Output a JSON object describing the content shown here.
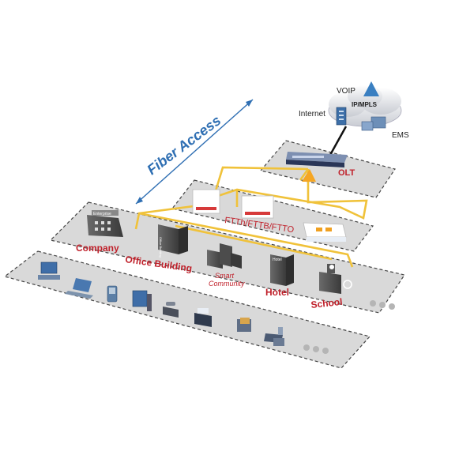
{
  "title": "Fiber Access",
  "core": {
    "voip": "VOIP",
    "ipmpls": "IP/MPLS",
    "internet": "Internet",
    "ems": "EMS",
    "olt": "OLT"
  },
  "onu_layer": {
    "label": "FTTh/FTTB/FTTO"
  },
  "buildings": [
    {
      "label": "Company",
      "sign": "Enterprise"
    },
    {
      "label": "Office Building",
      "sign": "Office Building"
    },
    {
      "label": "Smart Community"
    },
    {
      "label": "Hotel",
      "sign": "Hotel"
    },
    {
      "label": "School"
    }
  ],
  "colors": {
    "fiber": "#f0c23a",
    "accent_blue": "#2f6fb3",
    "label_red": "#c0202a",
    "layer_fill": "#d9d9d9"
  },
  "icons": [
    "desktop-pc-icon",
    "laptop-icon",
    "pda-icon",
    "tower-pc-icon",
    "phone-icon",
    "printer-icon",
    "fax-icon",
    "card-reader-icon",
    "camera-icon"
  ]
}
